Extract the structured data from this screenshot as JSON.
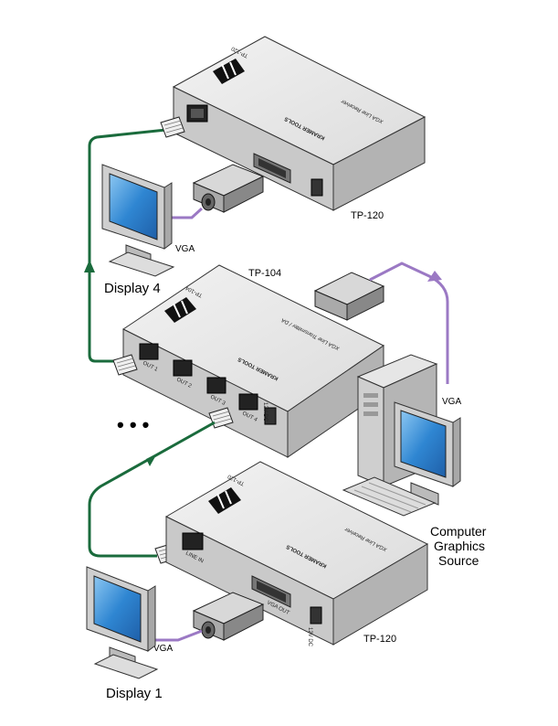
{
  "devices": {
    "top_receiver": {
      "model": "TP-120",
      "face_model": "TP-120",
      "brand": "KRAMER TOOLS",
      "description": "XGA Line Receiver"
    },
    "transmitter": {
      "model": "TP-104",
      "face_model": "TP-104",
      "brand": "KRAMER TOOLS",
      "description": "XGA Line Transmitter / DA",
      "port_labels": [
        "OUT 1",
        "OUT 2",
        "OUT 3",
        "OUT 4"
      ],
      "power_label": "12V DC"
    },
    "bottom_receiver": {
      "model": "TP-120",
      "face_model": "TP-120",
      "brand": "KRAMER TOOLS",
      "description": "XGA Line Receiver",
      "port_label": "LINE IN",
      "vga_label": "VGA OUT",
      "power_label": "12V DC"
    }
  },
  "labels": {
    "display_top": "Display 4",
    "display_bottom": "Display 1",
    "source_line1": "Computer",
    "source_line2": "Graphics",
    "source_line3": "Source",
    "vga_top": "VGA",
    "vga_bottom": "VGA",
    "vga_source": "VGA",
    "ellipsis": "• • •"
  },
  "colors": {
    "cat5_cable": "#1a6b3c",
    "vga_cable": "#9b79c4",
    "device_body": "#e4e4e4",
    "screen": "#3d8fd6"
  }
}
